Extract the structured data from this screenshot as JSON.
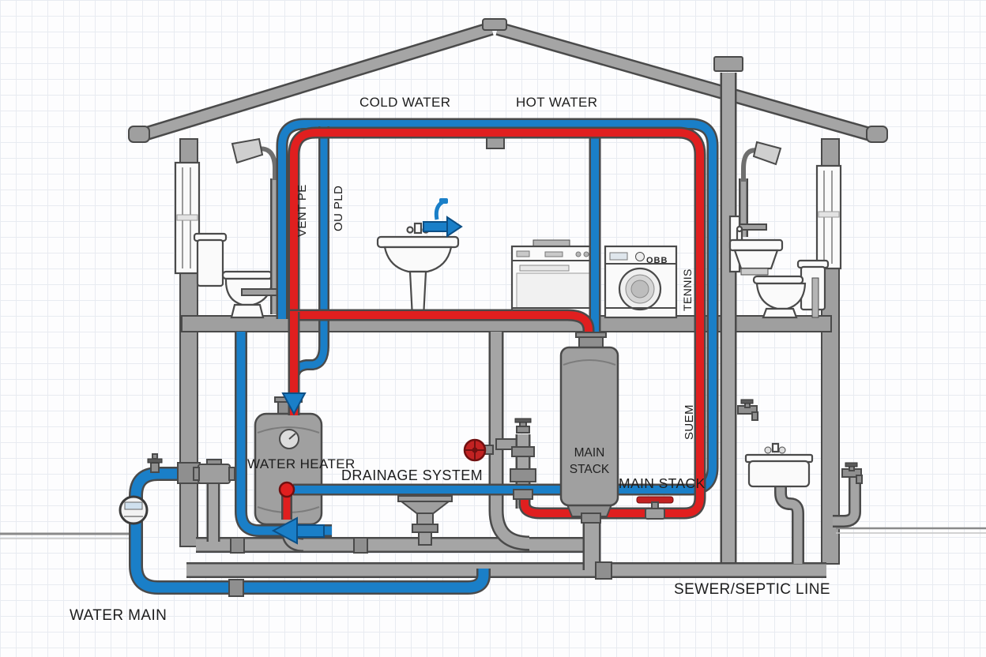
{
  "title": "Residential plumbing system cutaway diagram",
  "colors": {
    "cold": "#1a7fc8",
    "hot": "#e01f1f",
    "pipe": "#a5a5a5",
    "outline": "#4a4a4a",
    "text": "#1d1d1d"
  },
  "labels": {
    "cold_water": "COLD WATER",
    "hot_water": "HOT WATER",
    "vent_pipe": "VENT PE",
    "supply_pipe": "OU PLD",
    "upstairs_right": "TENNIS",
    "basement_right": "SUEM",
    "water_heater": "WATER HEATER",
    "drainage_system": "DRAINAGE SYSTEM",
    "stack_line1": "MAIN",
    "stack_line2": "STACK",
    "main_stack": "MAIN STACK",
    "sewer_septic": "SEWER/SEPTIC LINE",
    "water_main": "WATER MAIN",
    "washer_brand": "OBB"
  }
}
